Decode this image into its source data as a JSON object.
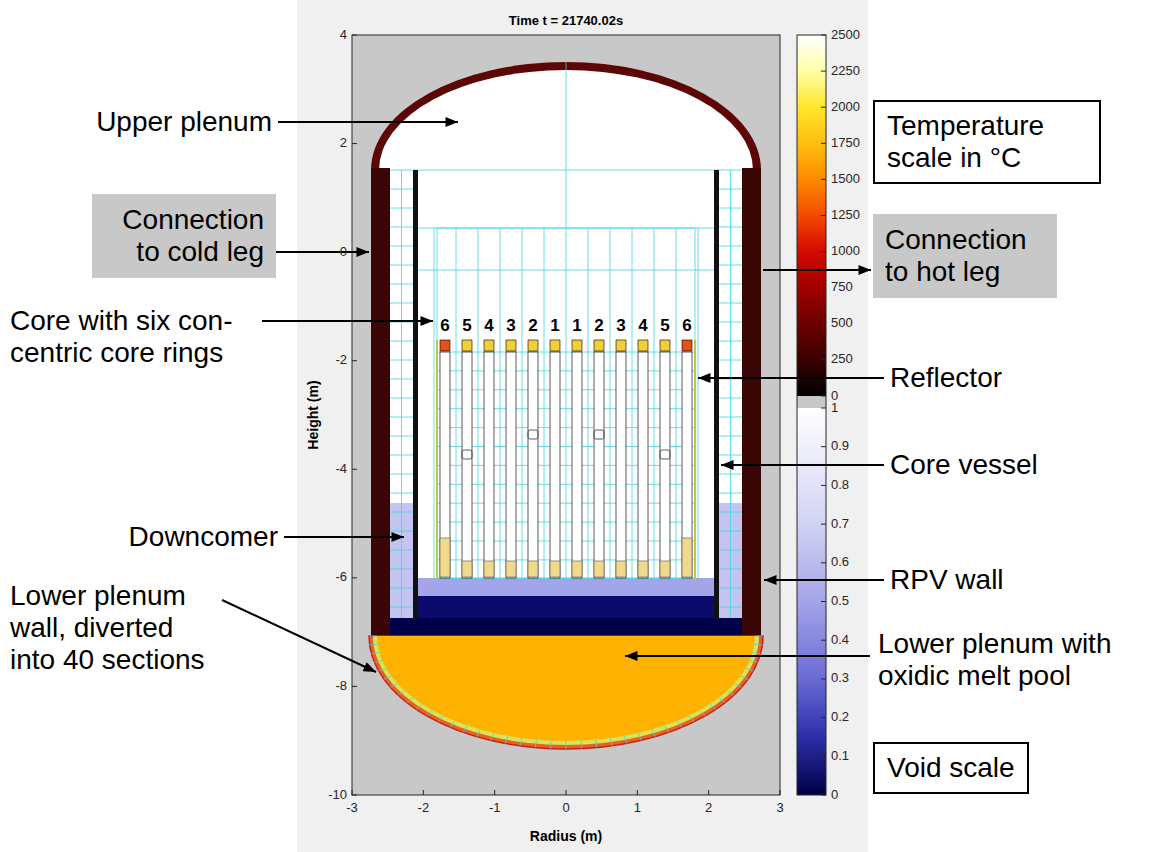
{
  "diagram": {
    "title": "Time t = 21740.02s",
    "nodes": [
      {
        "text": [
          "Temperature scale in °C"
        ]
      },
      {
        "text": [
          "Connection to cold leg"
        ]
      },
      {
        "text": [
          "Connection to hot leg"
        ]
      },
      {
        "text": [
          "Void scale"
        ]
      }
    ],
    "labels": [
      "Upper plenum",
      "Core with six con- centric core rings",
      "6",
      "5",
      "4",
      "3",
      "2",
      "1",
      "1",
      "2",
      "3",
      "4",
      "5",
      "6",
      "Reflector",
      "Core vessel",
      "Downcomer",
      "RPV wall",
      "Lower plenum wall, diverted into 40 sections",
      "Lower plenum with oxidic melt pool",
      "Height (m)",
      "Radius (m)",
      "4",
      "2",
      "0",
      "-2",
      "-4",
      "-6",
      "-8",
      "-10",
      "-3",
      "-2",
      "-1",
      "0",
      "1",
      "2",
      "3",
      "2500",
      "2250",
      "2000",
      "1750",
      "1500",
      "1250",
      "1000",
      "750",
      "500",
      "250",
      "0",
      "1",
      "0.9",
      "0.8",
      "0.7",
      "0.6",
      "0.5",
      "0.4",
      "0.3",
      "0.2",
      "0.1",
      "0"
    ]
  }
}
